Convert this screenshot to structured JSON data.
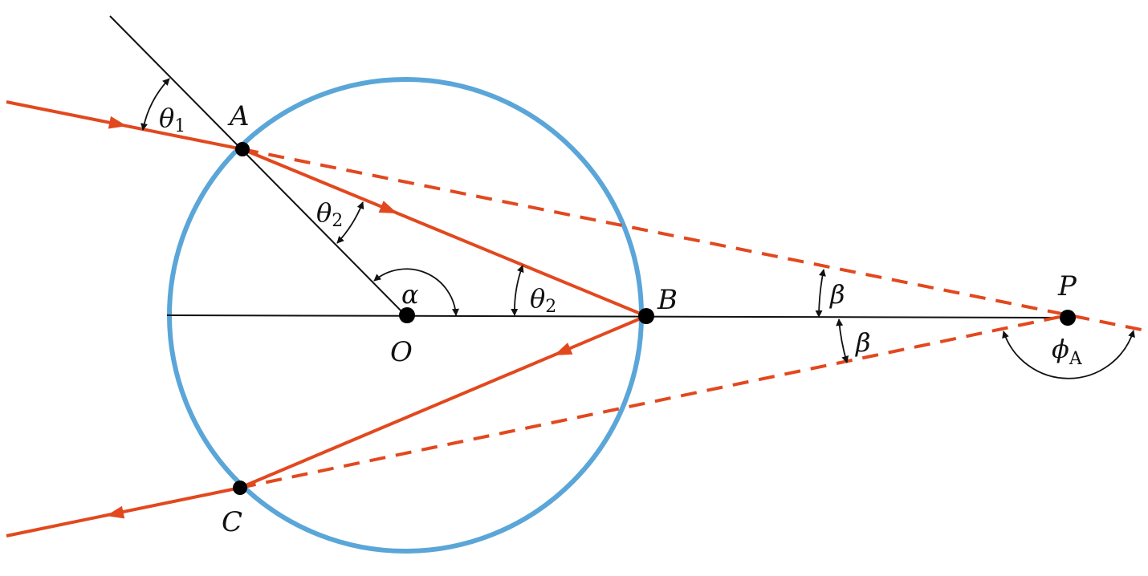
{
  "labels": {
    "A": "A",
    "B": "B",
    "C": "C",
    "O": "O",
    "P": "P",
    "theta": "θ",
    "sub_1": "1",
    "sub_2": "2",
    "alpha": "α",
    "beta": "β",
    "phi": "ϕ",
    "sub_A": "A"
  },
  "colors": {
    "circle": "#5aa6d8",
    "ray": "#e2481e",
    "line": "#111111",
    "point": "#000000"
  }
}
